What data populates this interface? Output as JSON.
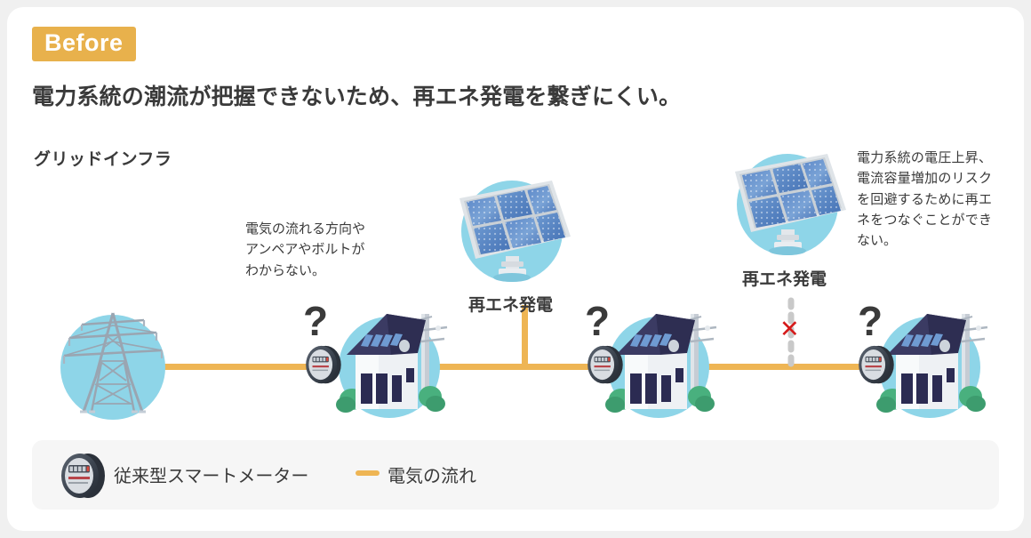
{
  "card": {
    "background": "#ffffff",
    "page_background": "#f0f0f0"
  },
  "header": {
    "badge_label": "Before",
    "badge_color": "#e8b14c",
    "headline": "電力系統の潮流が把握できないため、再エネ発電を繋ぎにくい。",
    "section_label": "グリッドインフラ"
  },
  "diagram": {
    "flow_color": "#eeb554",
    "circle_color": "#8ed5e8",
    "notes": [
      {
        "id": "note-left",
        "text": "電気の流れる方向や\nアンペアやボルトが\nわからない。"
      },
      {
        "id": "note-right",
        "text": "電力系統の電圧上昇、電流容量増加のリスクを回避するために再エネをつなぐことができない。"
      }
    ],
    "node_labels": [
      {
        "id": "solar-mid",
        "text": "再エネ発電"
      },
      {
        "id": "solar-right",
        "text": "再エネ発電"
      }
    ],
    "question_marks": [
      "?",
      "?",
      "?"
    ],
    "blocked_marker": "✕",
    "blocked_marker_color": "#d51a1a",
    "nodes": [
      {
        "id": "pylon",
        "type": "transmission-tower"
      },
      {
        "id": "house-1",
        "type": "house-with-solar-and-meter"
      },
      {
        "id": "solar-mid",
        "type": "solar-array"
      },
      {
        "id": "house-2",
        "type": "house-with-solar-and-meter"
      },
      {
        "id": "solar-right",
        "type": "solar-array"
      },
      {
        "id": "house-3",
        "type": "house-with-solar-and-meter"
      }
    ]
  },
  "legend": {
    "background": "#f6f6f6",
    "meter_label": "従来型スマートメーター",
    "flow_label": "電気の流れ",
    "flow_swatch_color": "#eeb554"
  }
}
